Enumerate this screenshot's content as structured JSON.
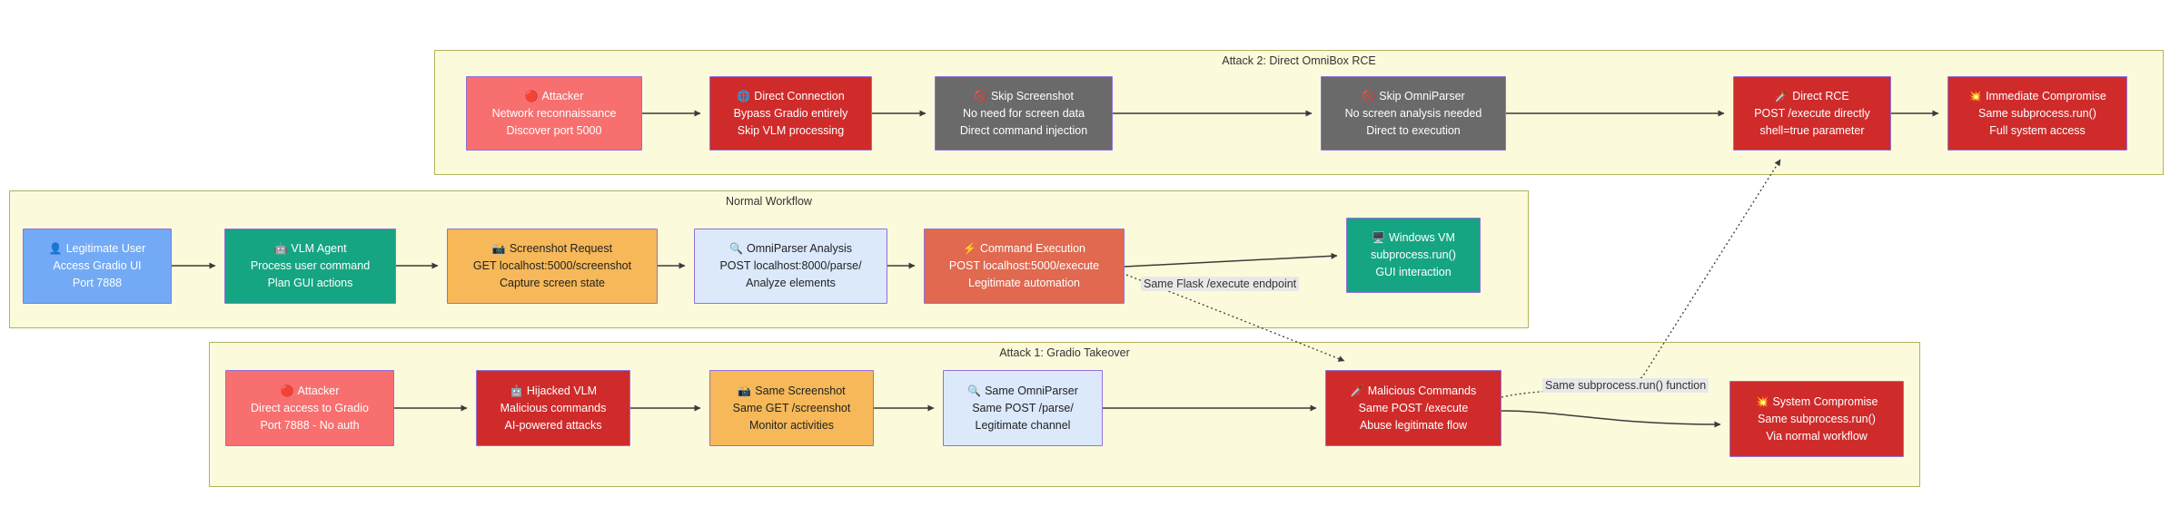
{
  "diagram": {
    "groups": [
      {
        "id": "attack2",
        "title": "Attack 2: Direct OmniBox RCE"
      },
      {
        "id": "normal",
        "title": "Normal Workflow"
      },
      {
        "id": "attack1",
        "title": "Attack 1: Gradio Takeover"
      }
    ],
    "nodes": [
      {
        "id": "attacker-recon",
        "group": "attack2",
        "icon": "🔴",
        "icon_name": "red-circle-icon",
        "title": "Attacker",
        "line2": "Network reconnaissance",
        "line3": "Discover port 5000",
        "style": "pink"
      },
      {
        "id": "direct-connection",
        "group": "attack2",
        "icon": "🌐",
        "icon_name": "globe-icon",
        "title": "Direct Connection",
        "line2": "Bypass Gradio entirely",
        "line3": "Skip VLM processing",
        "style": "red"
      },
      {
        "id": "skip-screenshot",
        "group": "attack2",
        "icon": "🚫",
        "icon_name": "prohibited-icon",
        "title": "Skip Screenshot",
        "line2": "No need for screen data",
        "line3": "Direct command injection",
        "style": "gray"
      },
      {
        "id": "skip-omniparser",
        "group": "attack2",
        "icon": "🚫",
        "icon_name": "prohibited-icon",
        "title": "Skip OmniParser",
        "line2": "No screen analysis needed",
        "line3": "Direct to execution",
        "style": "gray"
      },
      {
        "id": "direct-rce",
        "group": "attack2",
        "icon": "🗡️",
        "icon_name": "dagger-icon",
        "title": "Direct RCE",
        "line2": "POST /execute directly",
        "line3": "shell=true parameter",
        "style": "red"
      },
      {
        "id": "immediate-compromise",
        "group": "attack2",
        "icon": "💥",
        "icon_name": "collision-icon",
        "title": "Immediate Compromise",
        "line2": "Same subprocess.run()",
        "line3": "Full system access",
        "style": "red"
      },
      {
        "id": "legitimate-user",
        "group": "normal",
        "icon": "👤",
        "icon_name": "user-silhouette-icon",
        "title": "Legitimate User",
        "line2": "Access Gradio UI",
        "line3": "Port 7888",
        "style": "blue"
      },
      {
        "id": "vlm-agent",
        "group": "normal",
        "icon": "🤖",
        "icon_name": "robot-icon",
        "title": "VLM Agent",
        "line2": "Process user command",
        "line3": "Plan GUI actions",
        "style": "green"
      },
      {
        "id": "screenshot-request",
        "group": "normal",
        "icon": "📸",
        "icon_name": "camera-flash-icon",
        "title": "Screenshot Request",
        "line2": "GET localhost:5000/screenshot",
        "line3": "Capture screen state",
        "style": "orange"
      },
      {
        "id": "omniparser-analysis",
        "group": "normal",
        "icon": "🔍",
        "icon_name": "magnifier-icon",
        "title": "OmniParser Analysis",
        "line2": "POST localhost:8000/parse/",
        "line3": "Analyze elements",
        "style": "lightblue"
      },
      {
        "id": "command-execution",
        "group": "normal",
        "icon": "⚡",
        "icon_name": "lightning-icon",
        "title": "Command Execution",
        "line2": "POST localhost:5000/execute",
        "line3": "Legitimate automation",
        "style": "coral"
      },
      {
        "id": "windows-vm",
        "group": "normal",
        "icon": "🖥️",
        "icon_name": "desktop-computer-icon",
        "title": "Windows VM",
        "line2": "subprocess.run()",
        "line3": "GUI interaction",
        "style": "green"
      },
      {
        "id": "attacker-direct",
        "group": "attack1",
        "icon": "🔴",
        "icon_name": "red-circle-icon",
        "title": "Attacker",
        "line2": "Direct access to Gradio",
        "line3": "Port 7888 - No auth",
        "style": "pink"
      },
      {
        "id": "hijacked-vlm",
        "group": "attack1",
        "icon": "🤖",
        "icon_name": "robot-icon",
        "title": "Hijacked VLM",
        "line2": "Malicious commands",
        "line3": "AI-powered attacks",
        "style": "red"
      },
      {
        "id": "same-screenshot",
        "group": "attack1",
        "icon": "📸",
        "icon_name": "camera-flash-icon",
        "title": "Same Screenshot",
        "line2": "Same GET /screenshot",
        "line3": "Monitor activities",
        "style": "orange"
      },
      {
        "id": "same-omniparser",
        "group": "attack1",
        "icon": "🔍",
        "icon_name": "magnifier-icon",
        "title": "Same OmniParser",
        "line2": "Same POST /parse/",
        "line3": "Legitimate channel",
        "style": "lightblue"
      },
      {
        "id": "malicious-commands",
        "group": "attack1",
        "icon": "🗡️",
        "icon_name": "dagger-icon",
        "title": "Malicious Commands",
        "line2": "Same POST /execute",
        "line3": "Abuse legitimate flow",
        "style": "red"
      },
      {
        "id": "system-compromise",
        "group": "attack1",
        "icon": "💥",
        "icon_name": "collision-icon",
        "title": "System Compromise",
        "line2": "Same subprocess.run()",
        "line3": "Via normal workflow",
        "style": "red"
      }
    ],
    "edge_labels": {
      "flask": "Same Flask /execute endpoint",
      "subprocess": "Same subprocess.run() function"
    },
    "colors": {
      "node_fill_pink": "#f76f6f",
      "node_fill_red": "#cf2b2b",
      "node_fill_gray": "#6a6a6a",
      "node_fill_blue": "#72aaf5",
      "node_fill_green": "#16a583",
      "node_fill_orange": "#f6b858",
      "node_fill_lightblue": "#dbe9fb",
      "node_fill_coral": "#e0694f",
      "node_border": "#9370db",
      "group_fill": "#fbfbdb",
      "group_border": "#b2b25f",
      "edge_stroke": "#3b3b3b",
      "edge_label_bg": "#e8e8e8"
    }
  }
}
